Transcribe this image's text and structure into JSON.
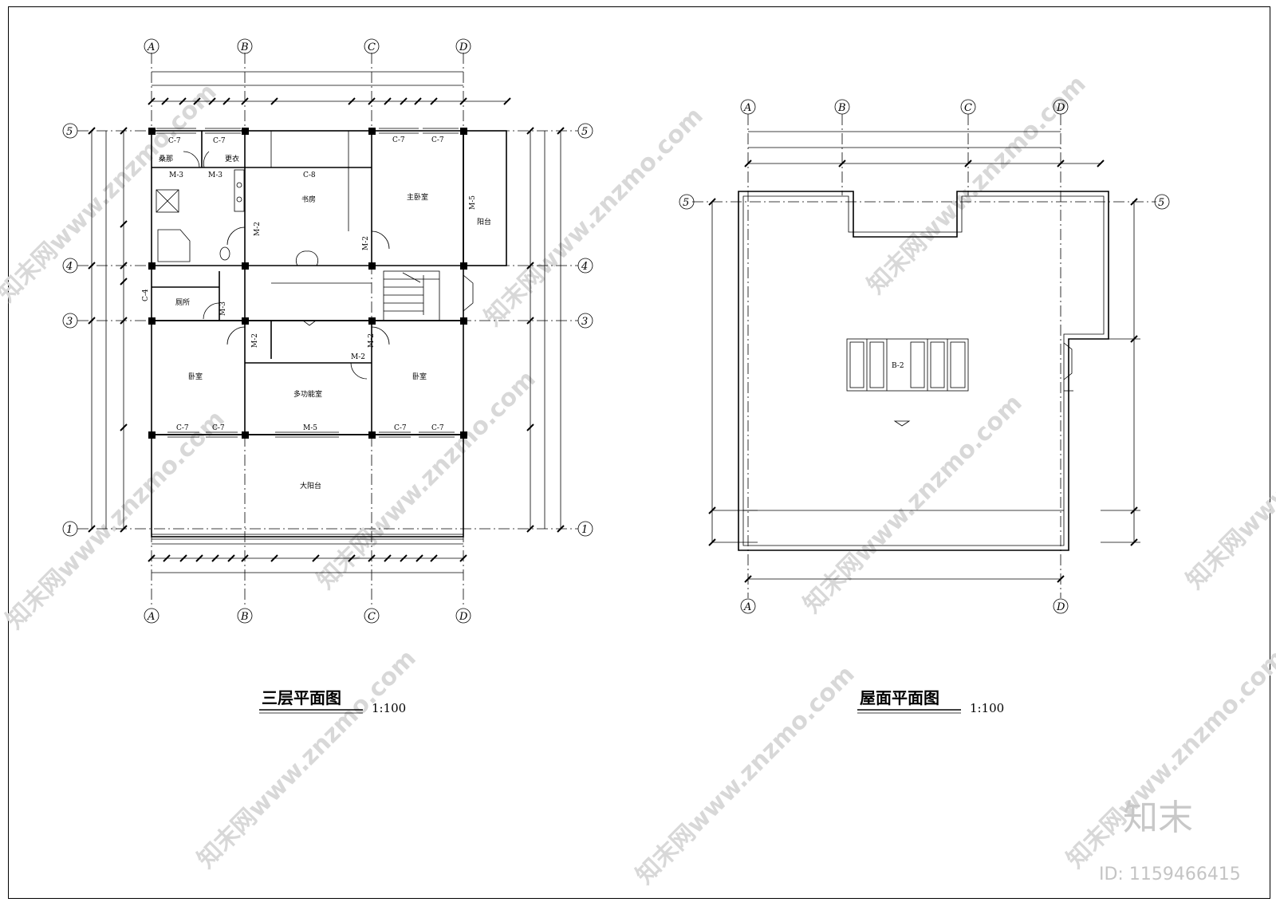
{
  "drawing_left": {
    "title": "三层平面图",
    "scale": "1:100",
    "axes_top": [
      "A",
      "B",
      "C",
      "D"
    ],
    "axes_bottom": [
      "A",
      "B",
      "C",
      "D"
    ],
    "axes_left": [
      "5",
      "4",
      "3",
      "1"
    ],
    "axes_right": [
      "5",
      "4",
      "3",
      "1"
    ],
    "rooms": {
      "bath": "桑那",
      "dressing": "更衣",
      "study": "书房",
      "master_bedroom": "主卧室",
      "balcony": "阳台",
      "toilet": "厕所",
      "bedroom_left": "卧室",
      "bedroom_right": "卧室",
      "multi_room": "多功能室",
      "big_balcony": "大阳台"
    },
    "marks": {
      "c7_a": "C-7",
      "c7_b": "C-7",
      "c7_c": "C-7",
      "c7_d": "C-7",
      "c7_e": "C-7",
      "c7_f": "C-7",
      "c7_g": "C-7",
      "c7_h": "C-7",
      "c8": "C-8",
      "c4": "C-4",
      "m3_a": "M-3",
      "m3_b": "M-3",
      "m3_c": "M-3",
      "m2_a": "M-2",
      "m2_b": "M-2",
      "m2_c": "M-2",
      "m2_d": "M-2",
      "m2_e": "M-2",
      "m5_a": "M-5",
      "m5_b": "M-5"
    }
  },
  "drawing_right": {
    "title": "屋面平面图",
    "scale": "1:100",
    "axes_top": [
      "A",
      "B",
      "C",
      "D"
    ],
    "axes_bottom": [
      "A",
      "D"
    ],
    "axes_left": [
      "5"
    ],
    "axes_right": [
      "5"
    ],
    "hatch_label": "B-2"
  },
  "watermark": {
    "site": "知末网www.znzmo.com",
    "brand": "知末",
    "id": "ID: 1159466415"
  }
}
